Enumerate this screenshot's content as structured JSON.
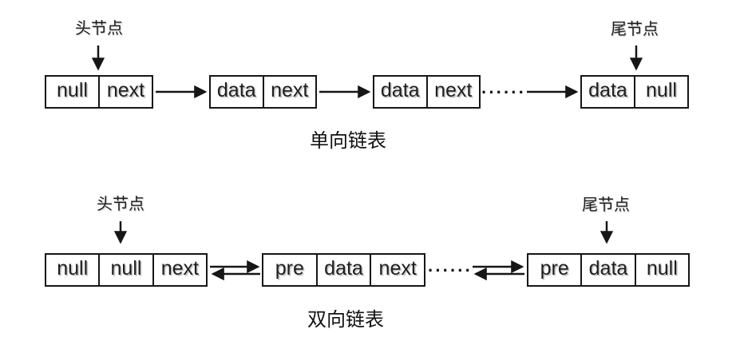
{
  "colors": {
    "background": "#ffffff",
    "line": "#161616",
    "text": "#1c1c1c"
  },
  "diagrams": {
    "singly": {
      "caption": "单向链表",
      "head_label": "头节点",
      "tail_label": "尾节点",
      "ellipsis": "······",
      "nodes": [
        {
          "cells": [
            "null",
            "next"
          ]
        },
        {
          "cells": [
            "data",
            "next"
          ]
        },
        {
          "cells": [
            "data",
            "next"
          ]
        },
        {
          "cells": [
            "data",
            "null"
          ]
        }
      ]
    },
    "doubly": {
      "caption": "双向链表",
      "head_label": "头节点",
      "tail_label": "尾节点",
      "ellipsis": "······",
      "nodes": [
        {
          "cells": [
            "null",
            "null",
            "next"
          ]
        },
        {
          "cells": [
            "pre",
            "data",
            "next"
          ]
        },
        {
          "cells": [
            "pre",
            "data",
            "null"
          ]
        }
      ]
    }
  }
}
